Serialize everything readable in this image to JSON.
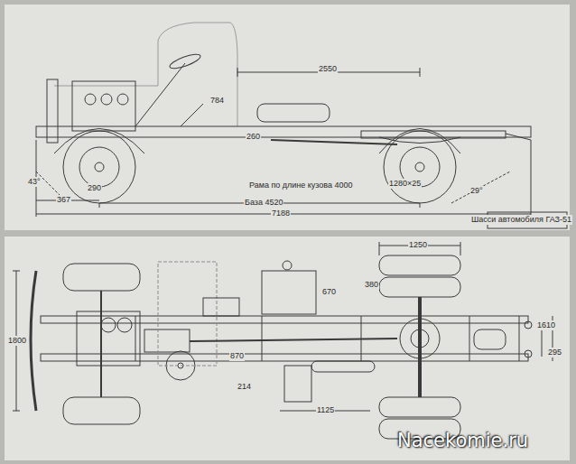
{
  "diagram": {
    "labels": [
      "2550",
      "784",
      "43°",
      "290",
      "367",
      "База 4520",
      "7188",
      "Рама по длине кузова 4000",
      "1280×25",
      "29°",
      "260",
      "Шасси автомобиля ГАЗ-51",
      "1250",
      "380",
      "670",
      "870",
      "214",
      "1125",
      "1800",
      "1610",
      "295",
      "Nacekomie.ru"
    ]
  }
}
